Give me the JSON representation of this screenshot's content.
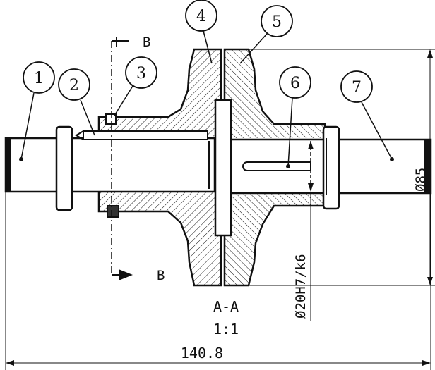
{
  "balloons": [
    "1",
    "2",
    "3",
    "4",
    "5",
    "6",
    "7"
  ],
  "section_mark": "B",
  "section_mark_lower": "B",
  "view_title": "A-A",
  "scale": "1:1",
  "dim_total_length": "140.8",
  "dim_diameter_outer": "Ø85",
  "dim_fit": "Ø20H7/k6",
  "colors": {
    "line": "#111111",
    "paper": "#ffffff"
  }
}
